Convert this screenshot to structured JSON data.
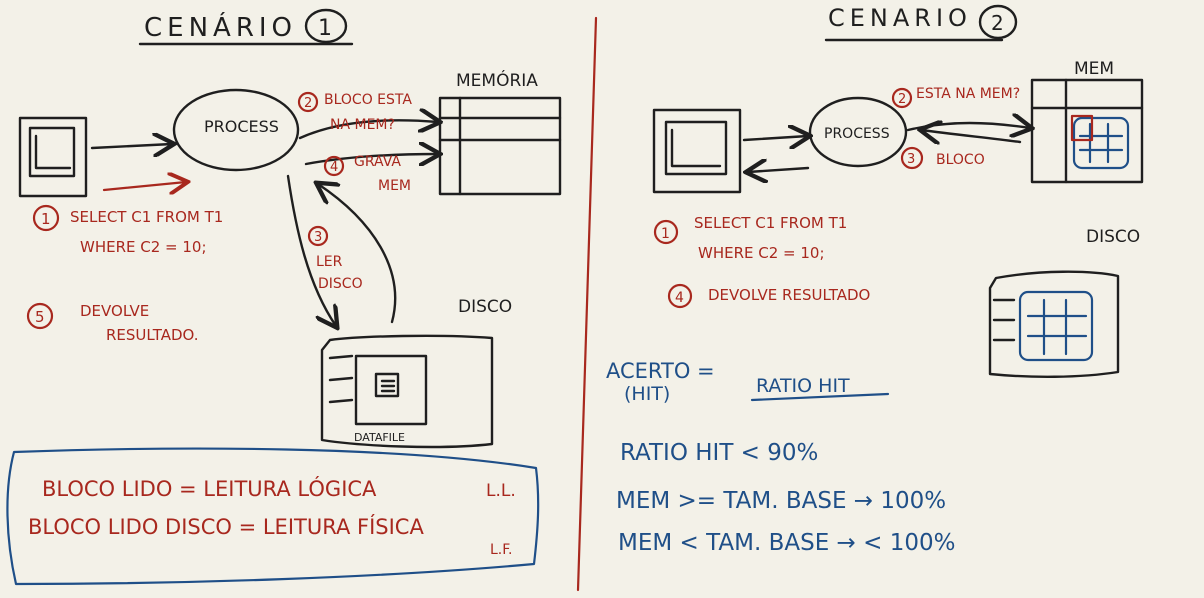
{
  "colors": {
    "ink": "#1f1f1f",
    "red": "#a8281e",
    "blue": "#1f4f88",
    "paper": "#f3f1e8"
  },
  "scenario1": {
    "title": "CENÁRIO",
    "title_num": "1",
    "process_label": "PROCESS",
    "memory_label": "MEMÓRIA",
    "disk_label": "DISCO",
    "datafile_label": "DATAFILE",
    "step1_num": "1",
    "step1_line1": "SELECT C1 FROM T1",
    "step1_line2": "WHERE C2 = 10;",
    "step2_num": "2",
    "step2_line1": "BLOCO ESTA",
    "step2_line2": "NA MEM?",
    "step3_num": "3",
    "step3_line1": "LER",
    "step3_line2": "DISCO",
    "step4_num": "4",
    "step4_line1": "GRAVA",
    "step4_line2": "MEM",
    "step5_num": "5",
    "step5_line1": "DEVOLVE",
    "step5_line2": "RESULTADO."
  },
  "definitions": {
    "line1": "BLOCO LIDO = LEITURA LÓGICA",
    "line1_abbr": "L.L.",
    "line2": "BLOCO LIDO DISCO = LEITURA FÍSICA",
    "line2_abbr": "L.F."
  },
  "scenario2": {
    "title": "CENARIO",
    "title_num": "2",
    "process_label": "PROCESS",
    "mem_label": "MEM",
    "disk_label": "DISCO",
    "step1_num": "1",
    "step1_line1": "SELECT C1 FROM T1",
    "step1_line2": "WHERE C2 = 10;",
    "step2_num": "2",
    "step2_text": "ESTA NA MEM?",
    "step3_num": "3",
    "step3_text": "BLOCO",
    "step4_num": "4",
    "step4_text": "DEVOLVE RESULTADO"
  },
  "hit_ratio": {
    "acerto": "ACERTO =",
    "hit": "(HIT)",
    "ratio_hit": "RATIO HIT",
    "line1": "RATIO HIT < 90%",
    "line2": "MEM >= TAM. BASE → 100%",
    "line3": "MEM < TAM. BASE → < 100%"
  }
}
